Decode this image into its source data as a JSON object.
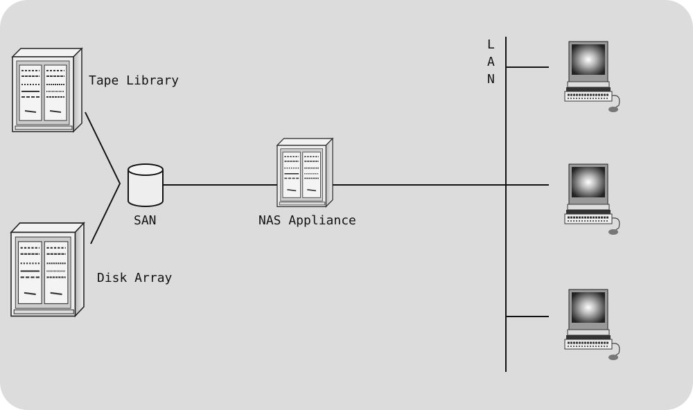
{
  "labels": {
    "tape_library": "Tape Library",
    "disk_array": "Disk Array",
    "san": "SAN",
    "nas": "NAS Appliance",
    "lan": [
      "L",
      "A",
      "N"
    ]
  },
  "colors": {
    "background": "#dcdcdc",
    "line": "#111111"
  }
}
